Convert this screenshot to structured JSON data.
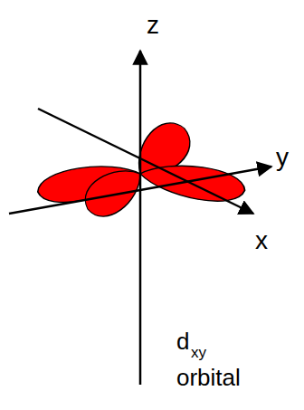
{
  "diagram": {
    "labels": [
      "z",
      "y",
      "x",
      "d",
      "xy",
      "orbital"
    ]
  }
}
